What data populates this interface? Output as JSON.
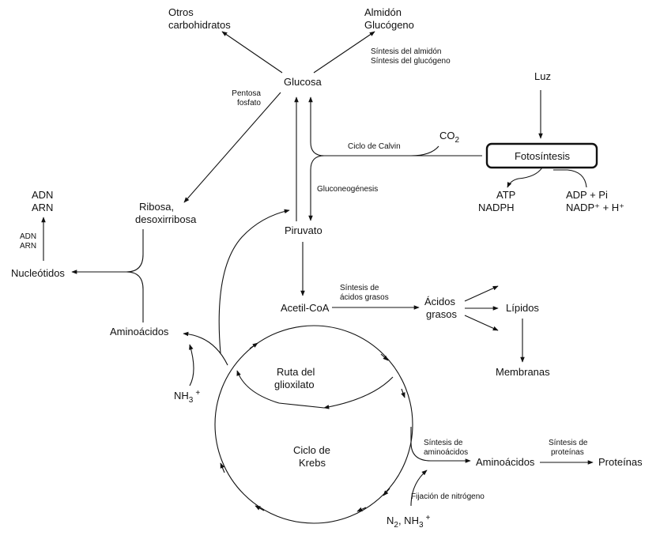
{
  "labels": {
    "otros": [
      "Otros",
      "carbohidratos"
    ],
    "almidon": [
      "Almidón",
      "Glucógeno"
    ],
    "sintesis_almidon": [
      "Síntesis del almidón",
      "Síntesis del glucógeno"
    ],
    "glucosa": "Glucosa",
    "pentosa": [
      "Pentosa",
      "fosfato"
    ],
    "luz": "Luz",
    "ciclo_calvin": "Ciclo de Calvin",
    "co2": "CO",
    "co2_sub": "2",
    "fotosintesis": "Fotosíntesis",
    "adn_arn": [
      "ADN",
      "ARN"
    ],
    "adn_arn_small": [
      "ADN",
      "ARN"
    ],
    "ribosa": [
      "Ribosa,",
      "desoxirribosa"
    ],
    "gluconeogenesis": "Gluconeogénesis",
    "atp": [
      "ATP",
      "NADPH"
    ],
    "adp": [
      "ADP + Pi",
      "NADP⁺ + H⁺"
    ],
    "piruvato": "Piruvato",
    "nucleotidos": "Nucleótidos",
    "sintesis_acidos": [
      "Síntesis de",
      "ácidos grasos"
    ],
    "acetil": "Acetil-CoA",
    "acidos_grasos": [
      "Ácidos",
      "grasos"
    ],
    "lipidos": "Lípidos",
    "aminoacidos_left": "Aminoácidos",
    "ruta": [
      "Ruta del",
      "glioxilato"
    ],
    "membranas": "Membranas",
    "nh3": "NH",
    "nh3_sub": "3",
    "nh3_sup": "+",
    "ciclo_krebs": [
      "Ciclo de",
      "Krebs"
    ],
    "sintesis_amino": [
      "Síntesis de",
      "aminoácidos"
    ],
    "sintesis_proteinas": [
      "Síntesis de",
      "proteínas"
    ],
    "aminoacidos_right": "Aminoácidos",
    "proteinas": "Proteínas",
    "fijacion": "Fijación de nitrógeno",
    "n2": "N",
    "n2_sub": "2",
    "n2_rest": ", NH",
    "n2_sub2": "3",
    "n2_sup": "+"
  }
}
